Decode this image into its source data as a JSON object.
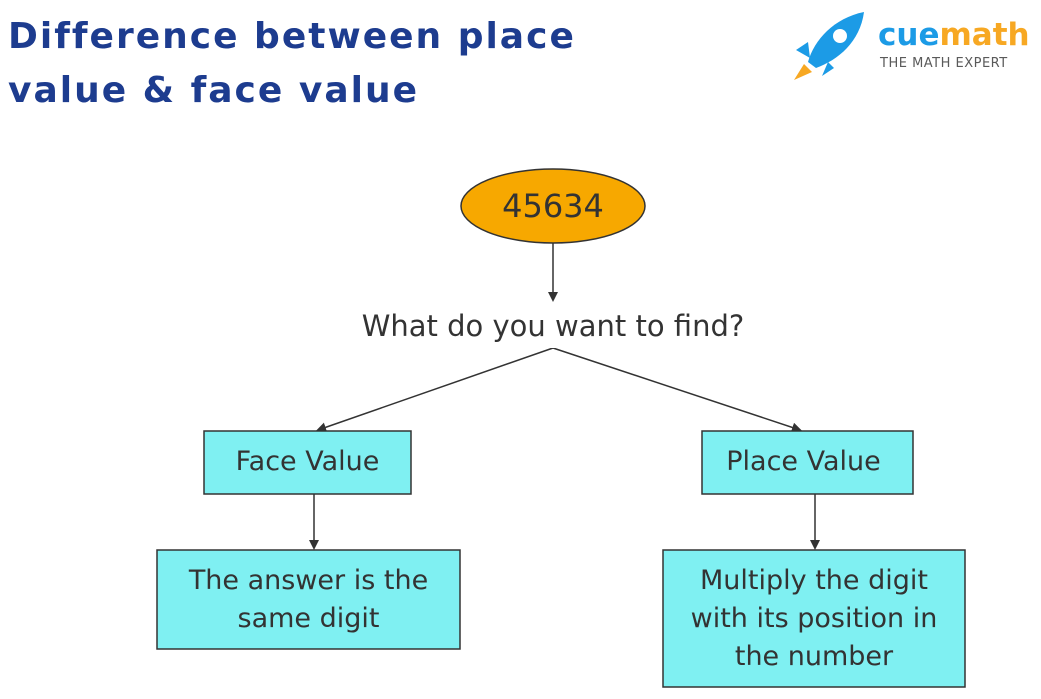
{
  "title": {
    "line1": "Difference between place",
    "line2": "value & face value"
  },
  "logo": {
    "brand_cue": "cue",
    "brand_math": "math",
    "tagline": "THE MATH EXPERT",
    "icon": "rocket-icon"
  },
  "diagram": {
    "root": "45634",
    "question": "What do you want to find?",
    "left_branch": {
      "label": "Face Value",
      "result": "The answer is the same digit"
    },
    "right_branch": {
      "label": "Place Value",
      "result": "Multiply the digit with its position in the number"
    }
  },
  "colors": {
    "title": "#1d3c8f",
    "root_fill": "#f7a800",
    "box_fill": "#7ff0f2",
    "line": "#333333"
  }
}
